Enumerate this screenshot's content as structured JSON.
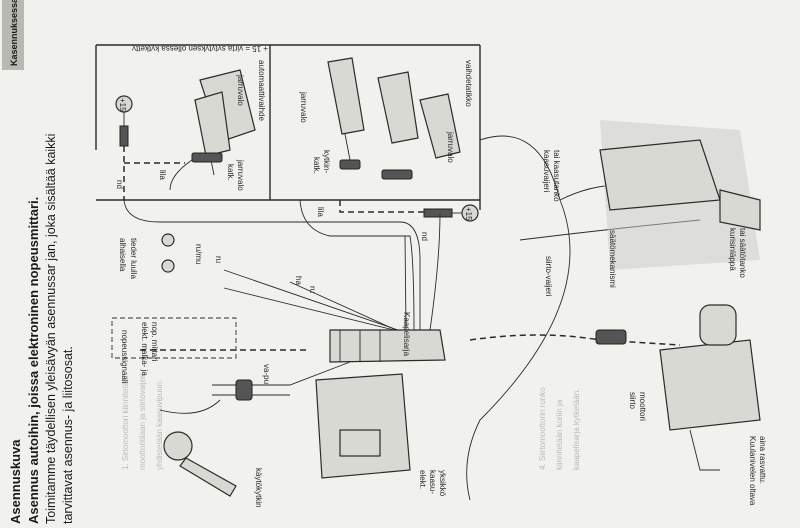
{
  "header": {
    "section": "Asennuskuva",
    "title": "Asennus autoihin, joissa elektroninen nopeusmittari.",
    "line1": "Toimitamme täydellisen yleisävyän asennussar jan, joka sisältää kaikki",
    "line2": "tarvittavat asennus- ja liitososat."
  },
  "side_tab": "Kasennuksessa",
  "note_top": "+ 15 = virta sytytyksen ollessa kytketty",
  "labels": {
    "automaattivaihde": "automaattivaihde",
    "vaihdetatikko": "vaihdetatikko",
    "jarruvalo_1": "jarruvalo",
    "jarruvalo_2": "jarruvalo",
    "jarruvalo_3": "jarruvalo",
    "jarruvalo_katk_1": "jarruvalo",
    "jarruvalo_katk_2": "katk.",
    "kytkin_1": "kytkin-",
    "kytkin_2": "katk.",
    "lila_1": "lila",
    "lila_2": "lila",
    "nd_1": "nd",
    "nd_2": "nd",
    "plus15_1": "+15",
    "plus15_2": "+15",
    "alhaisella_1": "alhaisella",
    "alhaisella_2": "tieder luulla",
    "ru_mu": "ru/mu",
    "ru_1": "ru",
    "ru_2": "ru",
    "ha": "ha",
    "kaapelisarja": "Kaapelisarja",
    "elekt_mittari_1": "elekt. malka- ja",
    "elekt_mittari_2": "nop. mittari",
    "nopeussignaali": "nopeussignaali",
    "va_pu": "va-pu",
    "kaytokytkin": "käytökytkin",
    "elekt_kaasu_1": "elekt.",
    "elekt_kaasu_2": "kaasu-",
    "elekt_kaasu_3": "yksikkö",
    "kaasuvaijeri_1": "kaasuvaijeri",
    "kaasuvaijeri_2": "tai kaasutanko",
    "saatomekanismi": "säätömekanismi",
    "kurisinlappa_1": "kurisinläppä",
    "kurisinlappa_2": "tai säätötanko",
    "siirto_vaijeri": "siirto-vaijeri",
    "siirto_moottori_1": "siirto",
    "siirto_moottori_2": "moottori",
    "kuulanivelen_1": "Kuulanivelen oltava",
    "kuulanivelen_2": "aina rasvattu."
  },
  "bg_text": [
    "1. Sirtomoottori kiinnitetään",
    "moottoritilaan ja siirtovaijeri",
    "yhdistetään kaasuvipuun.",
    "4. Siirtomoottorin runko",
    "kiinnitetään koriin ja",
    "kaapelisarja kytketään."
  ]
}
